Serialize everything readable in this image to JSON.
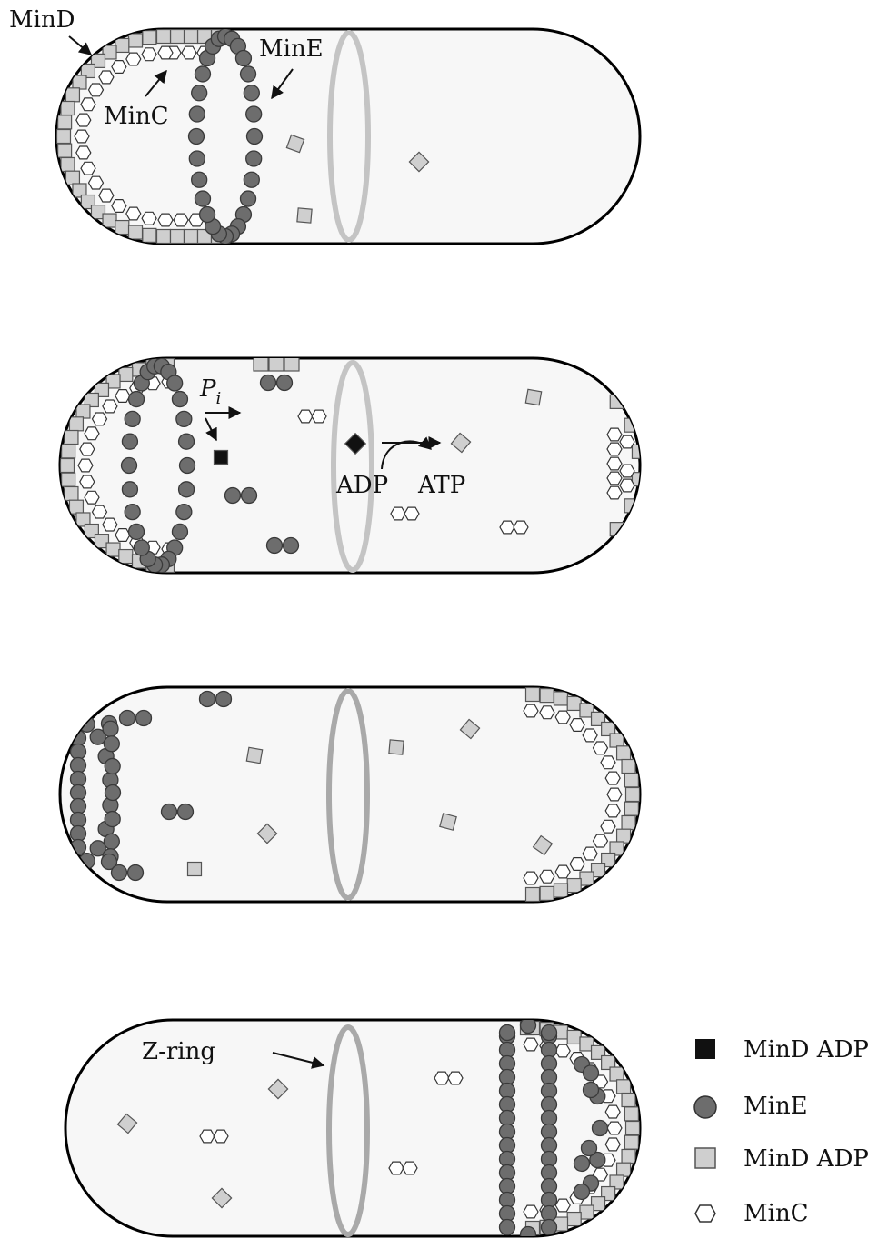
{
  "labels": {
    "minD": "MinD",
    "minE": "MinE",
    "minC": "MinC",
    "pi_main": "P",
    "pi_sub": "i",
    "adp": "ADP",
    "atp": "ATP",
    "zring": "Z-ring"
  },
  "legend": [
    {
      "icon": "black-square-icon",
      "label": "MinD ADP"
    },
    {
      "icon": "dark-circle-icon",
      "label": "MinE"
    },
    {
      "icon": "gray-square-icon",
      "label": "MinD ADP"
    },
    {
      "icon": "hexagon-icon",
      "label": "MinC"
    }
  ],
  "colors": {
    "cell_fill": "#f7f7f7",
    "membrane": "#000000",
    "minE": "#6d6d6d",
    "minD_gray": "#cfcfcf",
    "minD_black": "#111111",
    "minC": "#ffffff",
    "ring": "#b3b3b3"
  }
}
